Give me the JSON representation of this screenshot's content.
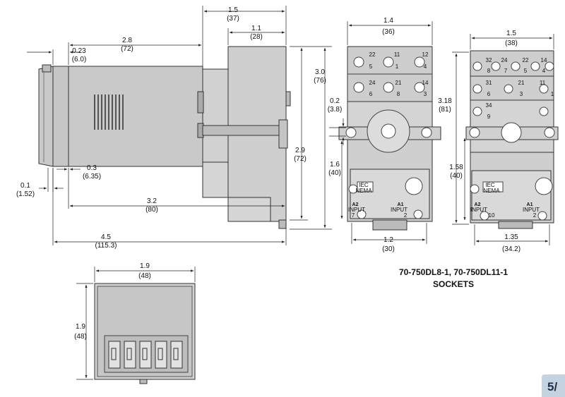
{
  "side_view": {
    "dims": {
      "top_width": "1.5",
      "top_width_mm": "(37)",
      "module_width": "1.1",
      "module_width_mm": "(28)",
      "depth": "2.8",
      "depth_mm": "(72)",
      "bezel": "0.23",
      "bezel_mm": "(6.0)",
      "height": "3.0",
      "height_mm": "(76)",
      "inner_height": "2.9",
      "inner_height_mm": "(72)",
      "step": "0.3",
      "step_mm": "(6.35)",
      "gap": "0.1",
      "gap_mm": "(1.52)",
      "body_depth": "3.2",
      "body_depth_mm": "(80)",
      "overall": "4.5",
      "overall_mm": "(115.3)"
    }
  },
  "socket_8": {
    "dims": {
      "width": "1.4",
      "width_mm": "(36)",
      "slot": "0.2",
      "slot_mm": "(3.8)",
      "mount": "1.6",
      "mount_mm": "(40)",
      "bottom": "1.2",
      "bottom_mm": "(30)"
    },
    "terminals": [
      "22",
      "11",
      "12",
      "5",
      "1",
      "4",
      "24",
      "21",
      "14",
      "6",
      "8",
      "3"
    ],
    "labels": {
      "iec": "IEC",
      "nema": "NEMA",
      "a2": "A2",
      "a1": "A1",
      "input": "INPUT",
      "t_left": "7",
      "t_right": "2"
    }
  },
  "socket_11": {
    "dims": {
      "width": "1.5",
      "width_mm": "(38)",
      "height": "3.18",
      "height_mm": "(81)",
      "mount": "1.58",
      "mount_mm": "(40)",
      "bottom": "1.35",
      "bottom_mm": "(34.2)"
    },
    "terminals": [
      "32",
      "24",
      "22",
      "14",
      "8",
      "7",
      "5",
      "4",
      "31",
      "21",
      "11",
      "6",
      "3",
      "1",
      "34",
      "9"
    ],
    "labels": {
      "iec": "IEC",
      "nema": "NEMA",
      "a2": "A2",
      "a1": "A1",
      "input": "INPUT",
      "t_left": "10",
      "t_right": "2"
    }
  },
  "front_view": {
    "dims": {
      "width": "1.9",
      "width_mm": "(48)",
      "height": "1.9",
      "height_mm": "(48)"
    }
  },
  "caption": {
    "line1": "70-750DL8-1, 70-750DL11-1",
    "line2": "SOCKETS"
  },
  "page_number": "5/"
}
